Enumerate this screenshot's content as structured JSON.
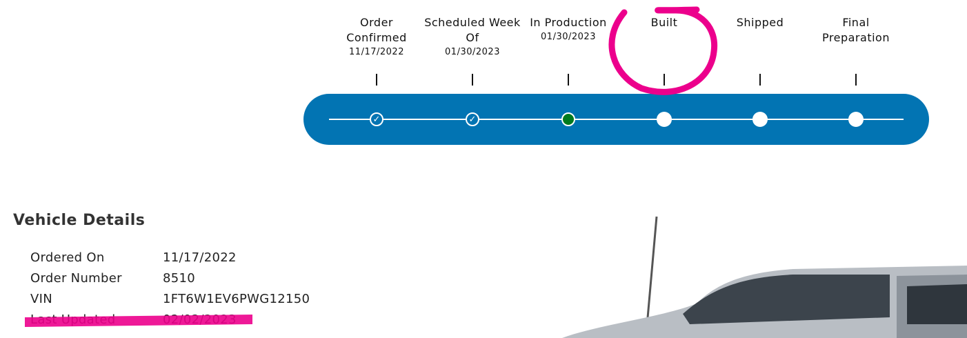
{
  "tracker": {
    "stages": [
      {
        "label": "Order Confirmed",
        "date": "11/17/2022",
        "status": "done"
      },
      {
        "label": "Scheduled Week Of",
        "date": "01/30/2023",
        "status": "done"
      },
      {
        "label": "In Production",
        "date": "01/30/2023",
        "status": "current"
      },
      {
        "label": "Built",
        "date": "",
        "status": "pending"
      },
      {
        "label": "Shipped",
        "date": "",
        "status": "pending"
      },
      {
        "label": "Final Preparation",
        "date": "",
        "status": "pending"
      }
    ],
    "check_icon": "✓",
    "bar_color": "#0274b3",
    "current_color": "#007a1e"
  },
  "details": {
    "title": "Vehicle Details",
    "rows": [
      {
        "label": "Ordered On",
        "value": "11/17/2022"
      },
      {
        "label": "Order Number",
        "value": "8510"
      },
      {
        "label": "VIN",
        "value": "1FT6W1EV6PWG12150"
      },
      {
        "label": "Last Updated",
        "value": "02/02/2023"
      }
    ]
  },
  "annotation_color": "#ec008c"
}
